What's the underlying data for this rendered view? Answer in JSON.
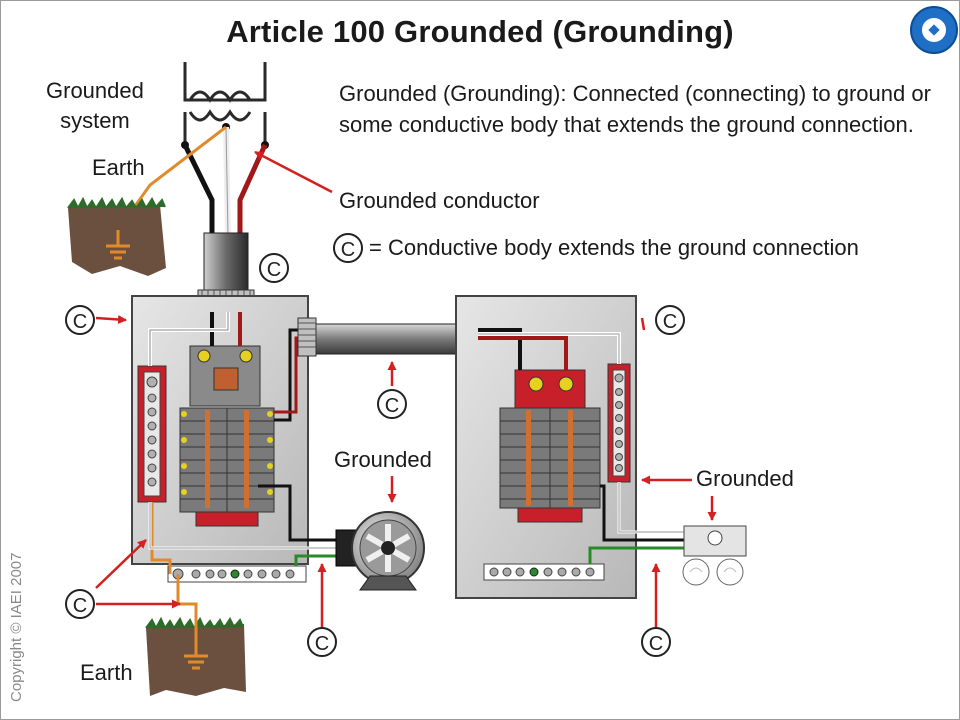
{
  "title": "Article 100 Grounded (Grounding)",
  "definition": "Grounded (Grounding): Connected (connecting) to ground or some conductive body that extends the ground connection.",
  "labels": {
    "grounded_system": "Grounded\nsystem",
    "earth_top": "Earth",
    "earth_bottom": "Earth",
    "grounded_conductor": "Grounded conductor",
    "conductive_body_legend": "= Conductive body extends the ground connection",
    "grounded_motor": "Grounded",
    "grounded_light": "Grounded",
    "c_symbol": "C"
  },
  "copyright": "Copyright © IAEI 2007",
  "colors": {
    "arrow_red": "#d42020",
    "panel_gray": "#c9c9c9",
    "bus_red": "#c8202a",
    "ground_green": "#2a8a2a",
    "wire_orange": "#e08a2a",
    "seal_blue": "#1f6fc7"
  }
}
